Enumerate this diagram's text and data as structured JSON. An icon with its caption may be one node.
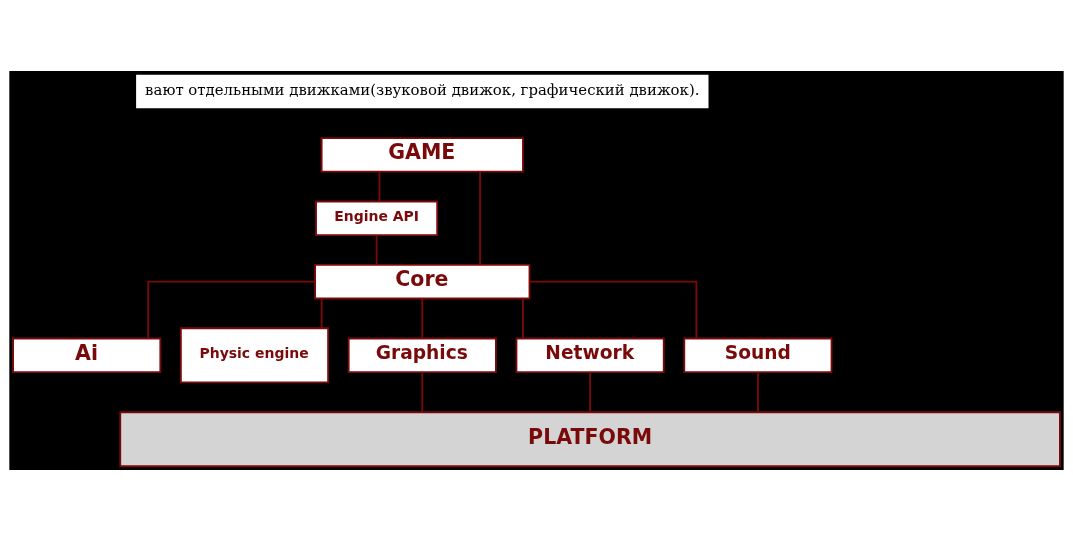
{
  "diagram": {
    "nodes": [
      {
        "text": [
          "GAME"
        ]
      },
      {
        "text": [
          "Engine API"
        ]
      },
      {
        "text": [
          "Core"
        ]
      },
      {
        "text": [
          "Ai"
        ]
      },
      {
        "text": [
          "Physic engine"
        ]
      },
      {
        "text": [
          "Graphics"
        ]
      },
      {
        "text": [
          "Network"
        ]
      },
      {
        "text": [
          "Sound"
        ]
      },
      {
        "text": [
          "PLATFORM"
        ]
      }
    ],
    "edges": [
      {
        "from": 0,
        "to": 1,
        "arrow": "none"
      },
      {
        "from": 1,
        "to": 2,
        "arrow": "none"
      },
      {
        "from": 0,
        "to": 2,
        "arrow": "none"
      },
      {
        "from": 2,
        "to": 3,
        "arrow": "none"
      },
      {
        "from": 2,
        "to": 4,
        "arrow": "none"
      },
      {
        "from": 2,
        "to": 5,
        "arrow": "none"
      },
      {
        "from": 2,
        "to": 6,
        "arrow": "none"
      },
      {
        "from": 2,
        "to": 7,
        "arrow": "none"
      },
      {
        "from": 5,
        "to": 8,
        "arrow": "none"
      },
      {
        "from": 6,
        "to": 8,
        "arrow": "none"
      },
      {
        "from": 7,
        "to": 8,
        "arrow": "none"
      }
    ],
    "labels": [
      "вают отдельными движками(звуковой движок, графический движок)."
    ]
  }
}
